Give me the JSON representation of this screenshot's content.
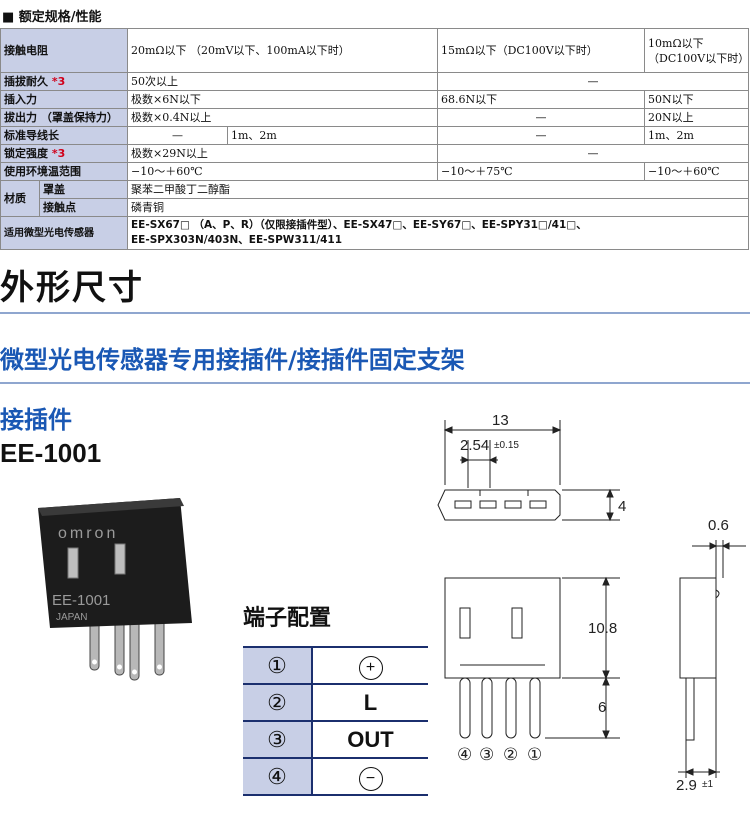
{
  "spec": {
    "title": "■ 额定规格/性能",
    "rows": {
      "contact_resistance": {
        "label": "接触电阻",
        "a": "20mΩ以下 （20mV以下、100mA以下时）",
        "b": "15mΩ以下（DC100V以下时）",
        "c": "10mΩ以下（DC100V以下时）"
      },
      "durability": {
        "label": "插拔耐久",
        "mark": "*3",
        "a": "50次以上",
        "b": "—"
      },
      "insertion": {
        "label": "插入力",
        "a": "极数×6N以下",
        "b": "68.6N以下",
        "c": "50N以下"
      },
      "extraction": {
        "label": "拔出力 （罩盖保持力）",
        "a": "极数×0.4N以上",
        "b": "—",
        "c": "20N以上"
      },
      "wire_length": {
        "label": "标准导线长",
        "a1": "—",
        "a2": "1m、2m",
        "b": "—",
        "c": "1m、2m"
      },
      "lock_strength": {
        "label": "锁定强度",
        "mark": "*3",
        "a": "极数×29N以上",
        "b": "—"
      },
      "ambient_temp": {
        "label": "使用环境温范围",
        "a": "−10～＋60℃",
        "b": "−10～＋75℃",
        "c": "−10～＋60℃"
      },
      "material": {
        "label": "材质",
        "cover_label": "罩盖",
        "cover": "聚苯二甲酸丁二醇酯",
        "contact_label": "接触点",
        "contact": "磷青铜"
      },
      "applicable": {
        "label": "适用微型光电传感器",
        "line1": "EE-SX67□ （A、P、R）（仅限接插件型）、EE-SX47□、EE-SY67□、EE-SPY31□/41□、",
        "line2": "EE-SPX303N/403N、EE-SPW311/411"
      }
    }
  },
  "headings": {
    "dimensions": "外形尺寸",
    "subtitle": "微型光电传感器专用接插件/接插件固定支架",
    "connector": "接插件",
    "model": "EE-1001",
    "terminal": "端子配置"
  },
  "photo": {
    "brand": "omron",
    "part": "EE-1001",
    "origin": "JAPAN"
  },
  "terminals": [
    {
      "num": "①",
      "value": "+",
      "kind": "circle"
    },
    {
      "num": "②",
      "value": "L",
      "kind": "text"
    },
    {
      "num": "③",
      "value": "OUT",
      "kind": "text"
    },
    {
      "num": "④",
      "value": "−",
      "kind": "circle"
    }
  ],
  "dims": {
    "width": "13",
    "pitch": "2.54",
    "pitch_tol": "±0.15",
    "height_top": "4",
    "thickness": "0.6",
    "body_height": "10.8",
    "pin_length": "6",
    "depth": "2.9",
    "depth_tol": "±1",
    "pin_labels": [
      "④",
      "③",
      "②",
      "①"
    ]
  },
  "colors": {
    "header_bg": "#c8cfe6",
    "heading_blue": "#1a58b4",
    "rule": "#8fa6cf",
    "mark_red": "#d0021b"
  }
}
